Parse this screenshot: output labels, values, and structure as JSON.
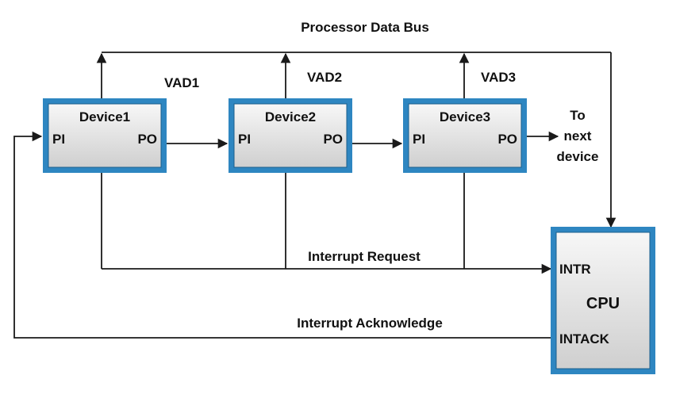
{
  "bus_label": "Processor Data Bus",
  "devices": [
    {
      "name": "Device1",
      "vad": "VAD1",
      "pi": "PI",
      "po": "PO"
    },
    {
      "name": "Device2",
      "vad": "VAD2",
      "pi": "PI",
      "po": "PO"
    },
    {
      "name": "Device3",
      "vad": "VAD3",
      "pi": "PI",
      "po": "PO"
    }
  ],
  "next_device": [
    "To",
    "next",
    "device"
  ],
  "interrupt_request": "Interrupt Request",
  "interrupt_acknowledge": "Interrupt Acknowledge",
  "cpu": {
    "title": "CPU",
    "intr": "INTR",
    "intack": "INTACK"
  },
  "colors": {
    "border": "#2e86c1",
    "box_top": "#f7f7f7",
    "box_bottom": "#cfcfcf",
    "line": "#1a1a1a"
  }
}
